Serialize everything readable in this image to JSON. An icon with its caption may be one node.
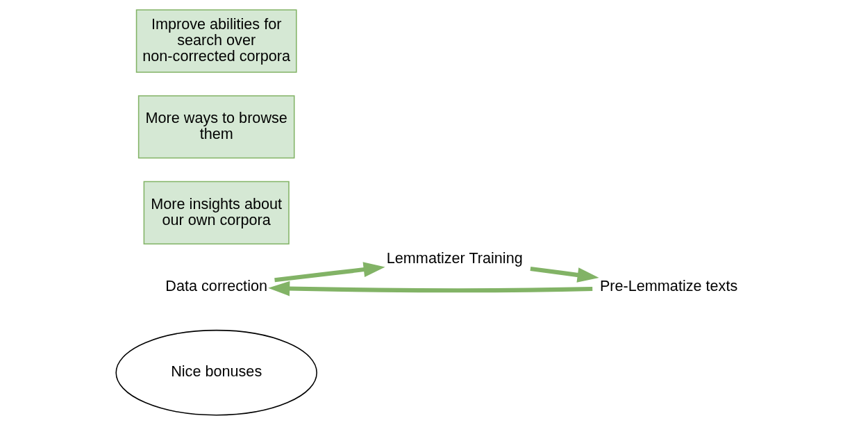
{
  "diagram": {
    "nodes": [
      {
        "text": [
          "Nice bonuses"
        ]
      },
      {
        "text": [
          "Data correction"
        ]
      },
      {
        "text": [
          "Pre-Lemmatize texts"
        ]
      },
      {
        "text": [
          "More insights about our own corpora"
        ]
      },
      {
        "text": [
          "More ways to browse them"
        ]
      },
      {
        "text": [
          "Lemmatizer Training"
        ]
      },
      {
        "text": [
          "Improve abilities for search over non-corrected corpora"
        ]
      }
    ],
    "edges": [
      {
        "from": 1,
        "to": 5,
        "arrow": "to"
      },
      {
        "from": 5,
        "to": 2,
        "arrow": "to"
      },
      {
        "from": 2,
        "to": 1,
        "arrow": "to"
      }
    ]
  }
}
